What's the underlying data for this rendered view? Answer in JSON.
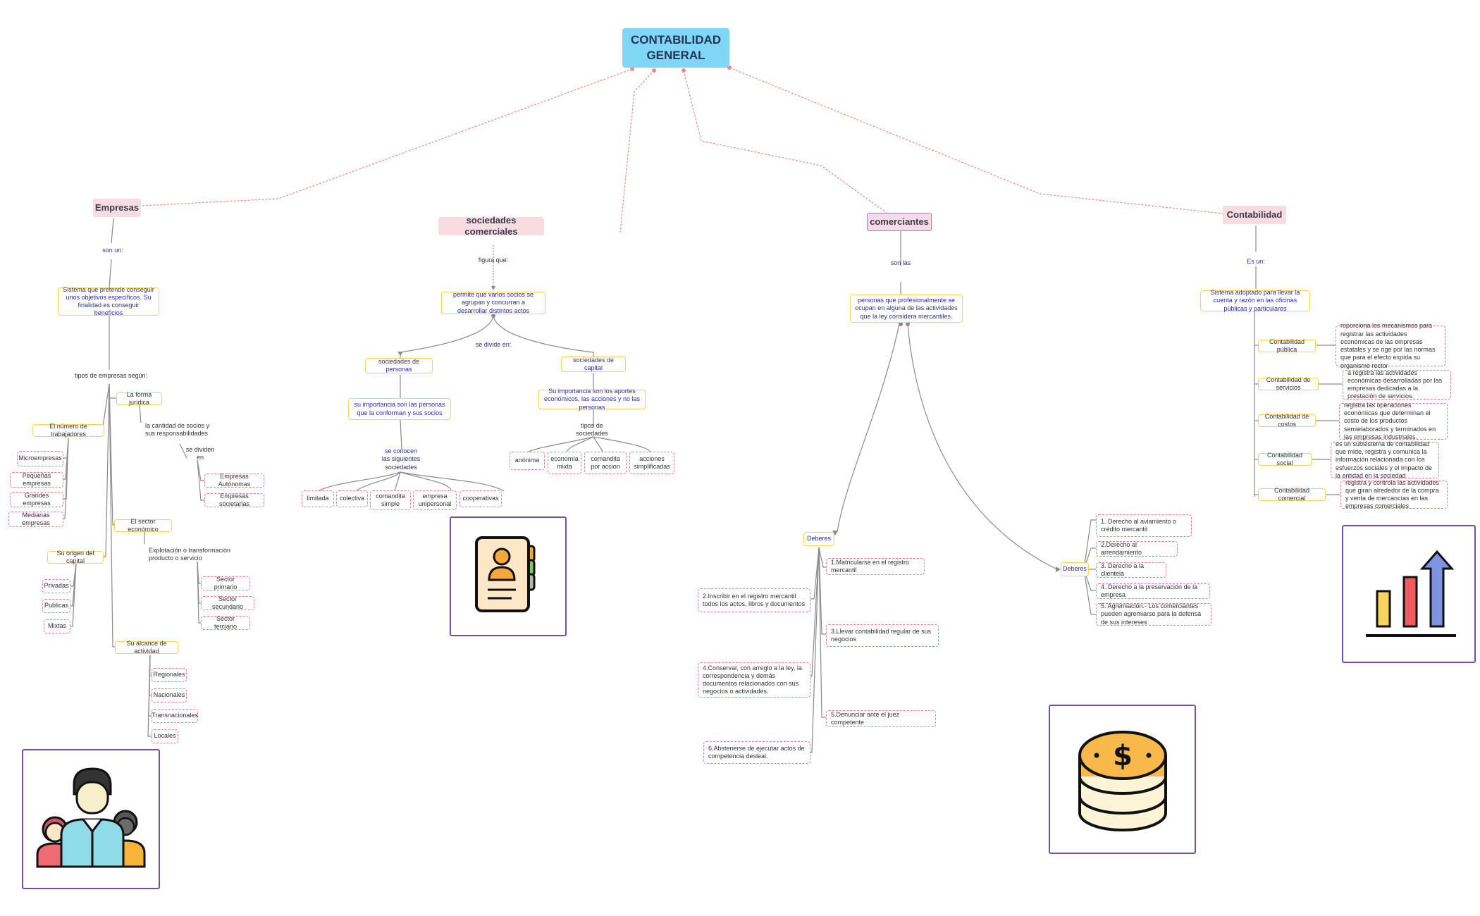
{
  "title": "CONTABILIDAD GENERAL",
  "branches": {
    "empresas": {
      "title": "Empresas",
      "link": "son un:",
      "definition": "Sistema que pretende conseguir unos objetivos específicos. Su finalidad es conseguir beneficios",
      "types_label": "tipos de empresas según:",
      "forma_juridica": {
        "label": "La forma jurídica",
        "desc": "la cantidad de socios y sus responsabilidades",
        "link": "se dividen en",
        "items": [
          "Empresas Autónomas",
          "Empresas societarias"
        ]
      },
      "trabajadores": {
        "label": "El número de trabajadores",
        "items": [
          "Microempresas",
          "Pequeñas empresas",
          "Grandes empresas",
          "Medianas empresas"
        ]
      },
      "sector": {
        "label": "El sector económico",
        "desc": "Explotación o transformación producto o servicio",
        "items": [
          "Sector primario",
          "Sector secundario",
          "Sector terciario"
        ]
      },
      "capital": {
        "label": "Su origen del capital",
        "items": [
          "Privadas",
          "Publicas",
          "Mixtas"
        ]
      },
      "alcance": {
        "label": "Su alcance de actividad",
        "items": [
          "Regionales",
          "Nacionales",
          "Transnacionales",
          "Locales"
        ]
      }
    },
    "sociedades": {
      "title": "sociedades comerciales",
      "link": "figura que:",
      "definition": "permite que varios socios se agrupan y concurran a desarrollar distintos actos",
      "divide": "se divide en:",
      "personas": {
        "label": "sociedades de personas",
        "importance": "su importancia son las personas que la conforman y sus socios",
        "known": "se conocen las siguientes sociedades",
        "items": [
          "limitada",
          "colectiva",
          "comandita simple",
          "empresa unipersonal",
          "cooperativas"
        ]
      },
      "capital": {
        "label": "sociedades de capital",
        "importance": "Su importancia son los aportes económicos, las acciones y no las personas",
        "types_label": "tipos de sociedades",
        "items": [
          "anónima",
          "economía mixta",
          "comandita por accion",
          "acciones simplificadas"
        ]
      }
    },
    "comerciantes": {
      "title": "comerciantes",
      "link": "son las",
      "definition": "personas que profesionalmente se ocupan en alguna de las actividades que la ley considera mercantiles.",
      "deberes": {
        "label": "Deberes",
        "items": [
          "1.Matricularse en el registro mercantil",
          "2.Inscribir en el registro mercantil todos los actos, libros y documentos",
          "3.Llevar contabilidad regular de sus negocios",
          "4.Conservar, con arreglo a la ley, la correspondencia y demás documentos relacionados con sus negocios o actividades.",
          "5.Denunciar ante el juez competente",
          "6.Abstenerse de ejecutar actos de competencia desleal."
        ]
      },
      "derechos": {
        "label": "Deberes",
        "items": [
          "1. Derecho al aviamiento o crédito mercantil",
          "2.Derecho al arrendamiento",
          "3. Derecho a la clientela",
          "4. Derecho a la preservación de la empresa",
          "5. Agremiación.- Los comerciantes pueden agremiarse para la defensa de sus intereses"
        ]
      }
    },
    "contabilidad": {
      "title": "Contabilidad",
      "link": "Es un:",
      "definition": "Sistema adoptado para llevar la cuenta y razón en las oficinas públicas y particulares",
      "types": [
        {
          "label": "Contabilidad pública",
          "desc": "roporciona los mecanismos para registrar las actividades económicas de las empresas estatales y se rige por las normas que para el efecto expida su organismo rector"
        },
        {
          "label": "Contabilidad de servicios",
          "desc": "a registra las actividades económicas desarrolladas por las empresas dedicadas a la prestación de servicios."
        },
        {
          "label": "Contabilidad de costos",
          "desc": "registra las operaciones económicas que determinan el costo de los productos semielaborados y terminados en las empresas industriales."
        },
        {
          "label": "Contabilidad social",
          "desc": "es un subsistema de contabilidad que mide, registra y comunica la información relacionada con los esfuerzos sociales y el impacto de la entidad en la sociedad"
        },
        {
          "label": "Contabilidad comercial",
          "desc": "registra y controla las actividades que giran alrededor de la compra y venta de mercancías en las empresas comerciales"
        }
      ]
    }
  },
  "icons": [
    "people-group-icon",
    "contact-card-icon",
    "coin-stack-dollar-icon",
    "bar-chart-growth-icon"
  ],
  "colors": {
    "root": "#7fd6f5",
    "main": "#f7dde2",
    "yellow_border": "#f2d650",
    "red_dashed": "#ee7b83",
    "link_line": "#f08a8a",
    "frame": "#6e4fb5"
  }
}
